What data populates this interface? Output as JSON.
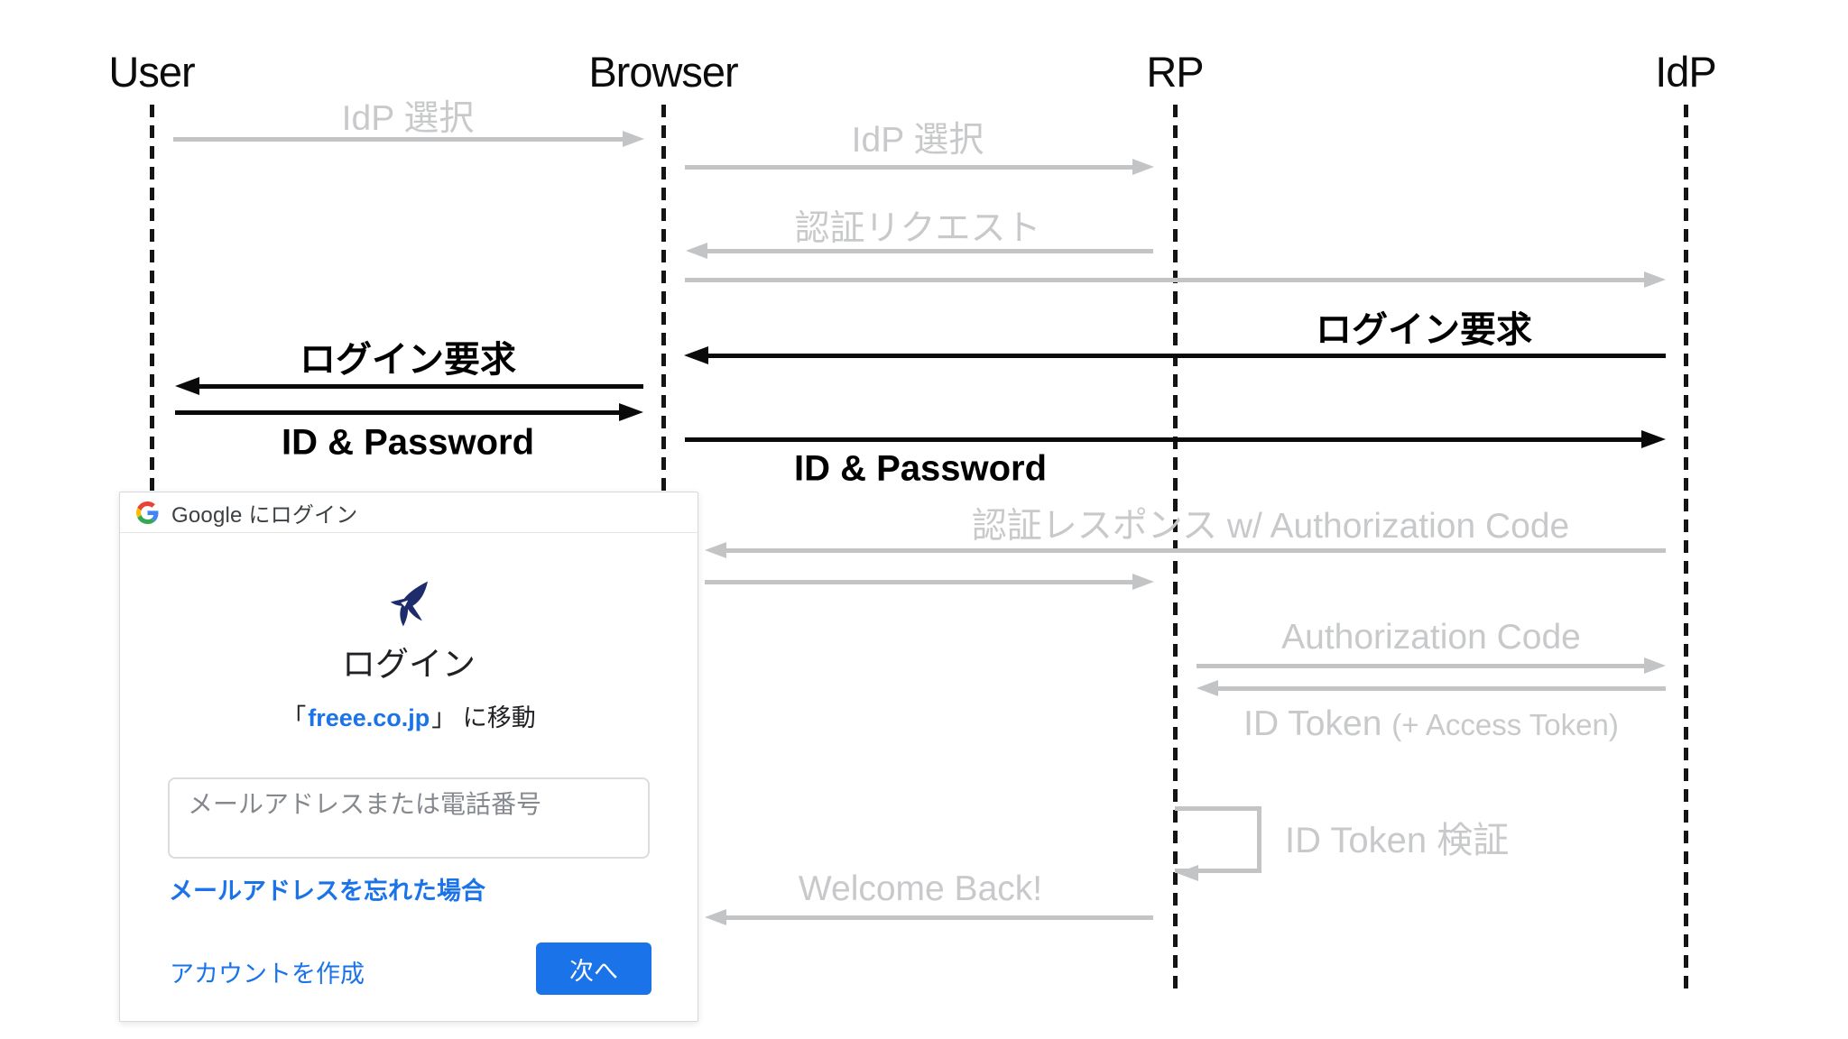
{
  "diagram": {
    "lifelines": [
      {
        "id": "user",
        "label": "User"
      },
      {
        "id": "browser",
        "label": "Browser"
      },
      {
        "id": "rp",
        "label": "RP"
      },
      {
        "id": "idp",
        "label": "IdP"
      }
    ],
    "messages": [
      {
        "label": "IdP 選択",
        "from": "User",
        "to": "Browser",
        "state": "inactive"
      },
      {
        "label": "IdP 選択",
        "from": "Browser",
        "to": "RP",
        "state": "inactive"
      },
      {
        "label": "認証リクエスト",
        "from": "RP",
        "to": "Browser",
        "state": "inactive"
      },
      {
        "label": "",
        "from": "Browser",
        "to": "IdP",
        "state": "inactive"
      },
      {
        "label": "ログイン要求",
        "from": "IdP",
        "to": "Browser",
        "state": "active"
      },
      {
        "label": "ログイン要求",
        "from": "Browser",
        "to": "User",
        "state": "active"
      },
      {
        "label": "ID & Password",
        "from": "User",
        "to": "Browser",
        "state": "active"
      },
      {
        "label": "ID & Password",
        "from": "Browser",
        "to": "IdP",
        "state": "active"
      },
      {
        "label": "認証レスポンス w/ Authorization Code",
        "from": "IdP",
        "to": "Browser",
        "state": "inactive"
      },
      {
        "label": "",
        "from": "Browser",
        "to": "RP",
        "state": "inactive"
      },
      {
        "label": "Authorization Code",
        "from": "RP",
        "to": "IdP",
        "state": "inactive"
      },
      {
        "label_main": "ID Token ",
        "label_sub": "(+ Access Token)",
        "from": "IdP",
        "to": "RP",
        "state": "inactive"
      },
      {
        "label": "ID Token 検証",
        "from": "RP",
        "to": "RP",
        "state": "inactive",
        "type": "self-loop"
      },
      {
        "label": "Welcome Back!",
        "from": "RP",
        "to": "Browser",
        "state": "inactive"
      }
    ]
  },
  "login_dialog": {
    "window_title": "Google にログイン",
    "logo_icon": "freee-swallow-logo",
    "heading": "ログイン",
    "subheading": {
      "open": "「",
      "site": "freee.co.jp",
      "close": "」",
      "suffix": " に移動"
    },
    "email_input": {
      "value": "",
      "placeholder": "メールアドレスまたは電話番号"
    },
    "forgot_email_link": "メールアドレスを忘れた場合",
    "create_account_link": "アカウントを作成",
    "next_button": "次へ"
  },
  "colors": {
    "accent_blue": "#1a73e8",
    "inactive_gray": "#c5c5c5",
    "active_black": "#0a0a0a",
    "freee_navy": "#1e2c6b",
    "google_red": "#EA4335",
    "google_blue": "#4285F4",
    "google_yellow": "#FBBC05",
    "google_green": "#34A853"
  }
}
